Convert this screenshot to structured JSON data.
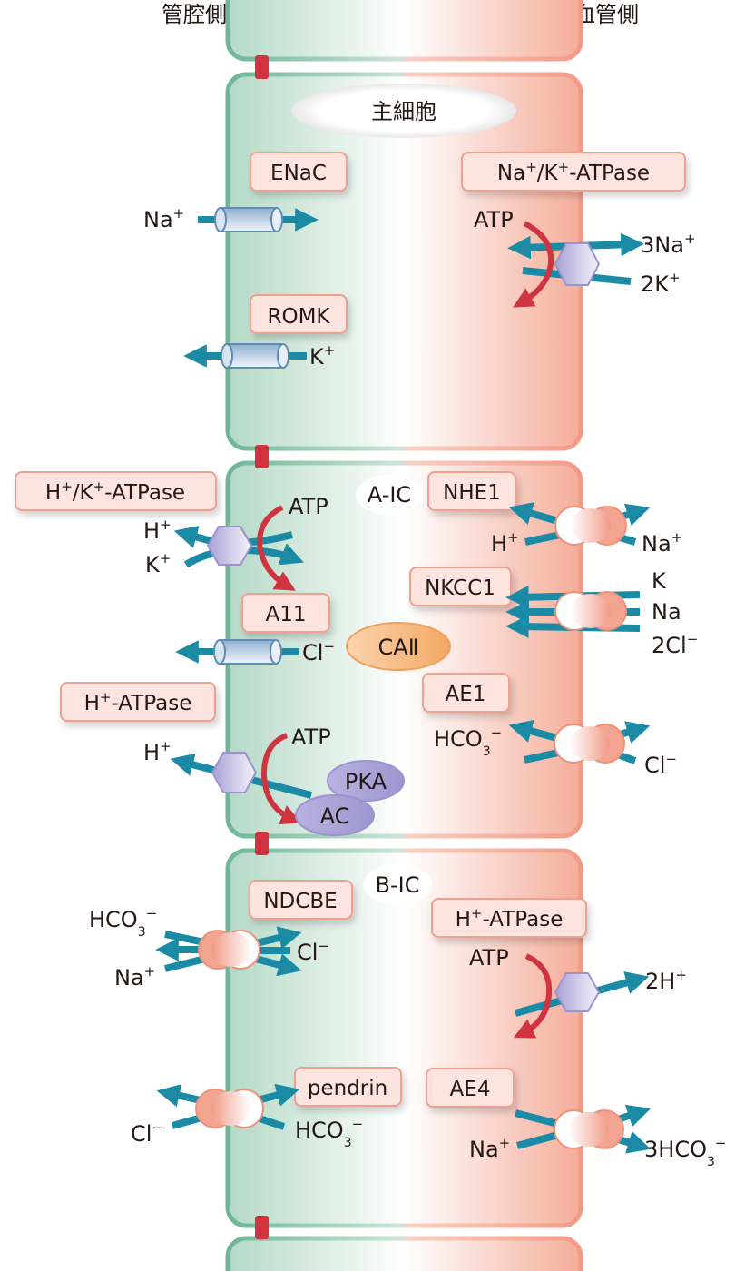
{
  "sides": {
    "luminal": "管腔側",
    "blood": "血管側"
  },
  "colors": {
    "luminal_membrane": "#6db795",
    "basolateral_membrane": "#f29a86",
    "ion_arrow": "#1b8aa5",
    "atp_arrow": "#cf3541",
    "tight_junction": "#cf3541",
    "label_box_fill": "#fde4de",
    "pump_fill": "#b6b0db",
    "exchanger_fill": "#f4a592",
    "ca2_fill": "#f6b67a"
  },
  "principal_cell": {
    "name": "主細胞",
    "enac": {
      "label": "ENaC",
      "ion": "Na",
      "ion_charge": "+"
    },
    "romk": {
      "label": "ROMK",
      "ion": "K",
      "ion_charge": "+"
    },
    "nak_atpase": {
      "label_a": "Na",
      "label_b": "/K",
      "label_c": "-ATPase",
      "charge": "+",
      "atp": "ATP",
      "out_ion": "3Na",
      "in_ion": "2K"
    }
  },
  "a_ic": {
    "name": "A-IC",
    "hk_atpase": {
      "label_a": "H",
      "label_b": "/K",
      "label_c": "-ATPase",
      "charge": "+",
      "atp": "ATP",
      "out_ion": "H",
      "in_ion": "K"
    },
    "a11": {
      "label": "A11",
      "ion": "Cl",
      "ion_charge": "−"
    },
    "ca2": {
      "label": "CA",
      "roman": "Ⅱ"
    },
    "h_atpase": {
      "label_a": "H",
      "label_b": "-ATPase",
      "charge": "+",
      "atp": "ATP",
      "ion": "H"
    },
    "pka": "PKA",
    "ac": "AC",
    "nhe1": {
      "label": "NHE1",
      "ion_in": "H",
      "ion_out": "Na",
      "charge": "+"
    },
    "nkcc1": {
      "label": "NKCC1",
      "ions": [
        "K",
        "Na",
        "2Cl"
      ],
      "charge": "−"
    },
    "ae1": {
      "label": "AE1",
      "ion_in": "HCO",
      "sub": "3",
      "charge": "−",
      "ion_out": "Cl"
    }
  },
  "b_ic": {
    "name": "B-IC",
    "ndcbe": {
      "label": "NDCBE",
      "ion_hco": "HCO",
      "sub": "3",
      "charge_minus": "−",
      "ion_na": "Na",
      "charge_plus": "+",
      "ion_cl": "Cl"
    },
    "h_atpase": {
      "label_a": "H",
      "label_b": "-ATPase",
      "charge": "+",
      "atp": "ATP",
      "ion": "2H"
    },
    "pendrin": {
      "label": "pendrin",
      "ion_cl": "Cl",
      "charge": "−",
      "ion_hco": "HCO",
      "sub": "3"
    },
    "ae4": {
      "label": "AE4",
      "ion_na": "Na",
      "charge_plus": "+",
      "ion_hco": "3HCO",
      "sub": "3",
      "charge_minus": "−"
    }
  }
}
